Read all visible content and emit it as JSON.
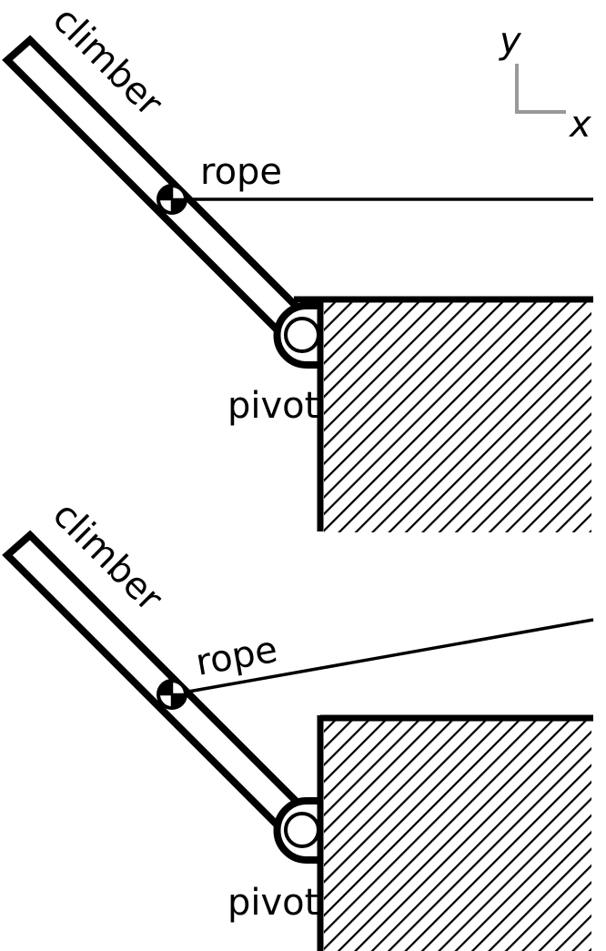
{
  "axes": {
    "y_label": "y",
    "x_label": "x"
  },
  "panels": [
    {
      "climber_label": "climber",
      "rope_label": "rope",
      "pivot_label": "pivot"
    },
    {
      "climber_label": "climber",
      "rope_label": "rope",
      "pivot_label": "pivot"
    }
  ],
  "colors": {
    "ink": "#000000",
    "axis_gray": "#999999",
    "background": "#ffffff"
  }
}
